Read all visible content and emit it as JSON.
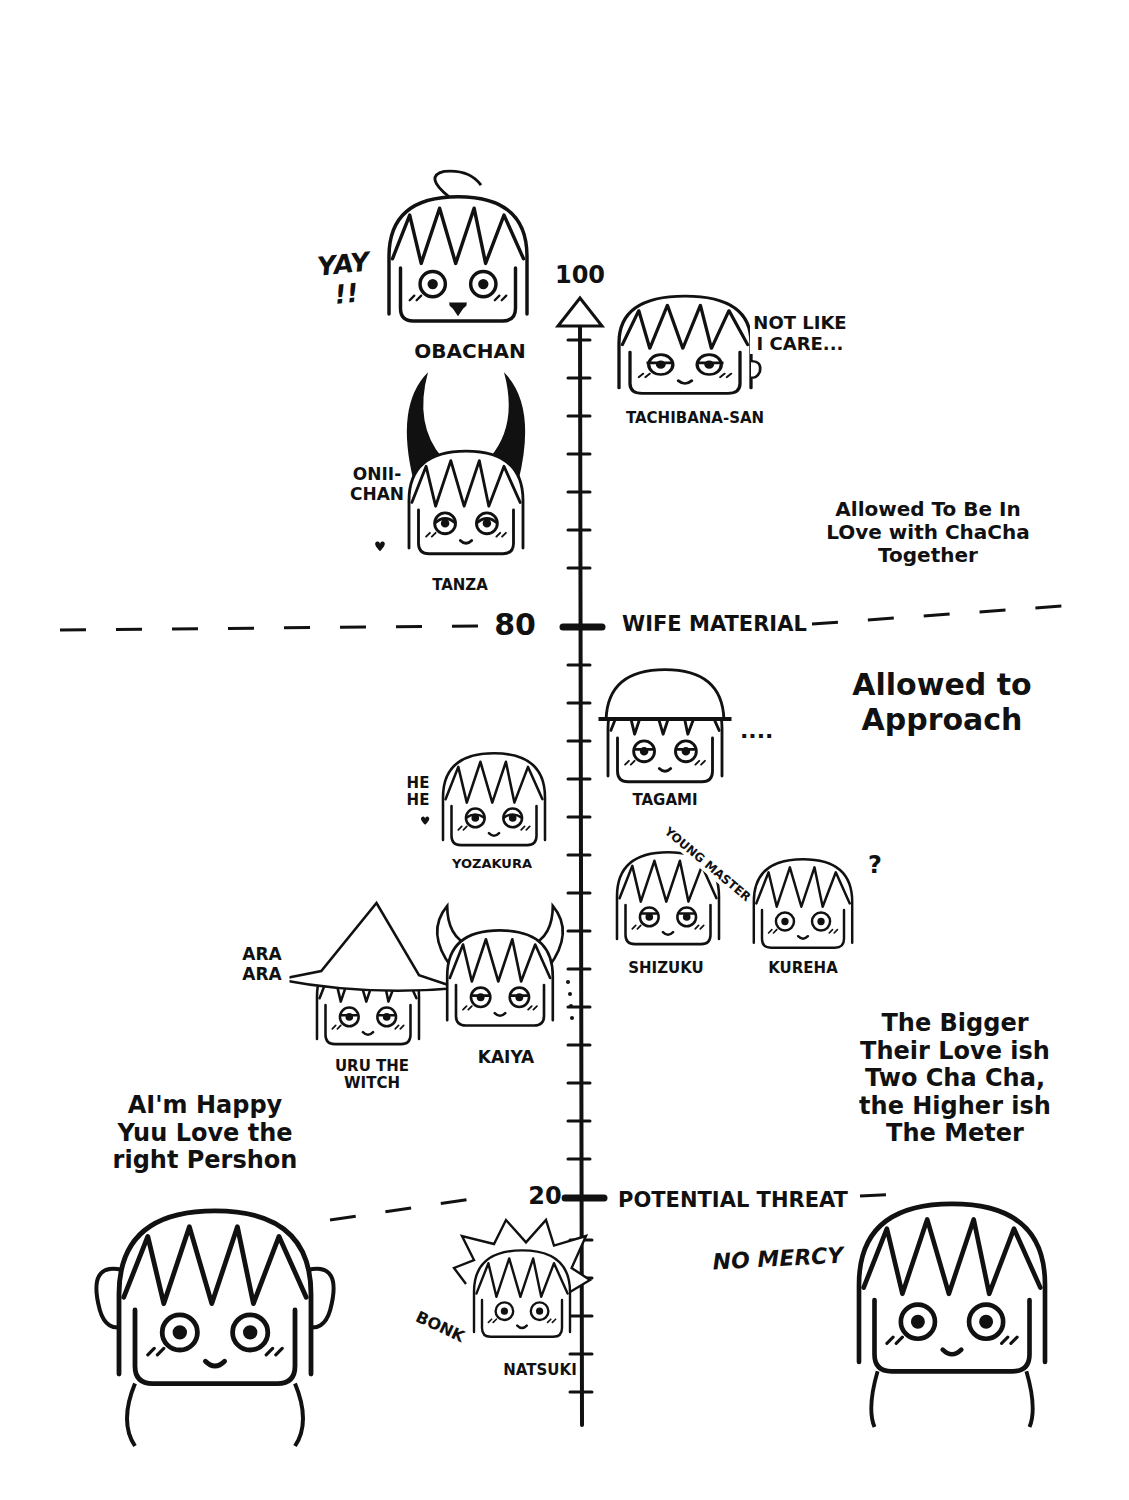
{
  "diagram": {
    "labels": [
      "YAY !!",
      "OBACHAN",
      "100",
      "NOT LIKE I CARE...",
      "TACHIBANA-SAN",
      "ONII- CHAN",
      "TANZA",
      "Allowed To Be In LOve with ChaCha Together",
      "80",
      "WIFE MATERIAL",
      "Allowed to Approach",
      "....",
      "TAGAMI",
      "HE HE",
      "YOZAKURA",
      "YOUNG MASTER",
      "?",
      "SHIZUKU",
      "KUREHA",
      "ARA ARA",
      "URU THE WITCH",
      "KAIYA",
      "The Bigger Their Love ish Two Cha Cha, the Higher ish The Meter",
      "AI'm Happy Yuu Love the right Pershon",
      "20",
      "POTENTIAL THREAT",
      "NO MERCY",
      "BONK",
      "NATSUKI"
    ]
  }
}
